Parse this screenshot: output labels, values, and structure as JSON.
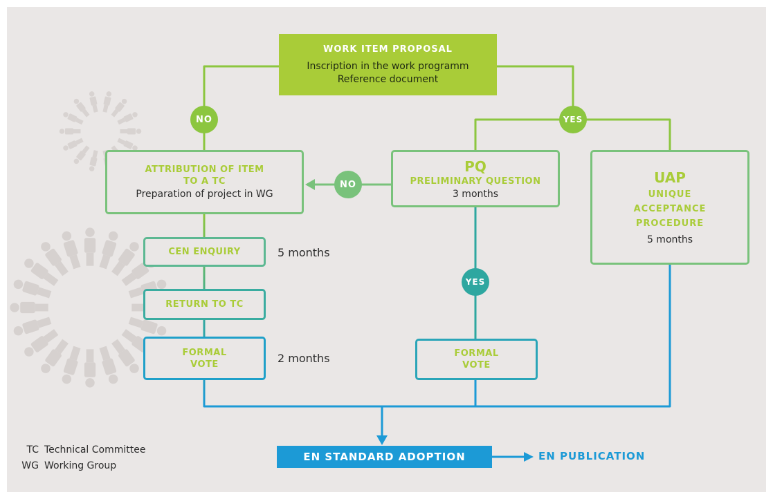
{
  "proposal": {
    "title": "WORK ITEM PROPOSAL",
    "line1": "Inscription in the work programm",
    "line2": "Reference document"
  },
  "attribution": {
    "title1": "ATTRIBUTION OF ITEM",
    "title2": "TO A TC",
    "line": "Preparation of project in WG"
  },
  "pq": {
    "title": "PQ",
    "subtitle": "PRELIMINARY QUESTION",
    "duration": "3 months"
  },
  "uap": {
    "title": "UAP",
    "line1": "UNIQUE",
    "line2": "ACCEPTANCE",
    "line3": "PROCEDURE",
    "duration": "5 months"
  },
  "cen_enquiry": {
    "label": "CEN ENQUIRY",
    "duration": "5 months"
  },
  "return_tc": {
    "label": "RETURN TO TC"
  },
  "formal_vote_left": {
    "line1": "FORMAL",
    "line2": "VOTE",
    "duration": "2 months"
  },
  "formal_vote_right": {
    "line1": "FORMAL",
    "line2": "VOTE"
  },
  "badges": {
    "no_left": "NO",
    "yes_right": "YES",
    "no_middle": "NO",
    "yes_pq": "YES"
  },
  "adoption": "EN STANDARD ADOPTION",
  "publication": "EN PUBLICATION",
  "legend": [
    {
      "abbr": "TC",
      "text": "Technical Committee"
    },
    {
      "abbr": "WG",
      "text": "Working Group"
    }
  ],
  "colors": {
    "light_green": "#a9cc38",
    "green": "#79c27b",
    "teal": "#2ea7a0",
    "blue": "#1c9ad6",
    "background": "#eae7e6"
  }
}
